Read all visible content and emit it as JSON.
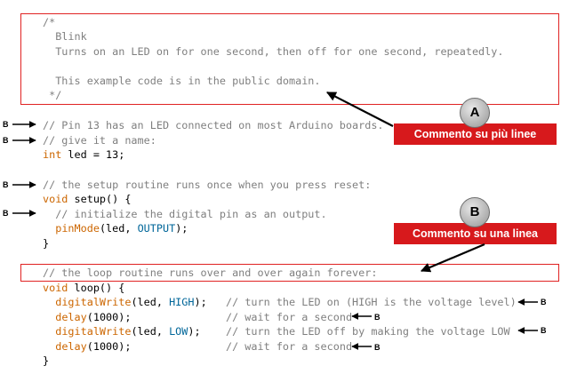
{
  "code": {
    "block_comment": [
      "/*",
      "  Blink",
      "  Turns on an LED on for one second, then off for one second, repeatedly.",
      "",
      "  This example code is in the public domain.",
      " */"
    ],
    "comment_pin13": "// Pin 13 has an LED connected on most Arduino boards.",
    "comment_give_name": "// give it a name:",
    "int_kw": "int",
    "led_decl_rest": " led = 13;",
    "comment_setup": "// the setup routine runs once when you press reset:",
    "void_kw": "void",
    "setup_sig_rest": " setup() {",
    "comment_init": "  // initialize the digital pin as an output.",
    "indent": "  ",
    "pinmode_fn": "pinMode",
    "pinmode_args_a": "(led, ",
    "output_const": "OUTPUT",
    "pinmode_args_b": ");",
    "close_brace": "}",
    "comment_loop": "// the loop routine runs over and over again forever:",
    "loop_sig_rest": " loop() {",
    "digitalwrite_fn": "digitalWrite",
    "dw_args_a": "(led, ",
    "high_const": "HIGH",
    "dw_high_rest": ");   ",
    "comment_turn_on": "// turn the LED on (HIGH is the voltage level)",
    "delay_fn": "delay",
    "delay_args": "(1000);",
    "delay_pad": "               ",
    "comment_wait": "// wait for a second",
    "low_const": "LOW",
    "dw_low_rest": ");    ",
    "comment_turn_off": "// turn the LED off by making the voltage LOW"
  },
  "callouts": {
    "a": {
      "badge": "A",
      "label": "Commento su più linee"
    },
    "b": {
      "badge": "B",
      "label": "Commento su una linea"
    }
  },
  "marker_label": "B",
  "colors": {
    "highlight_box": "#e02222",
    "callout_bg": "#d7191c",
    "comment": "#7f7f7f",
    "keyword": "#cc6600",
    "constant": "#006699"
  }
}
